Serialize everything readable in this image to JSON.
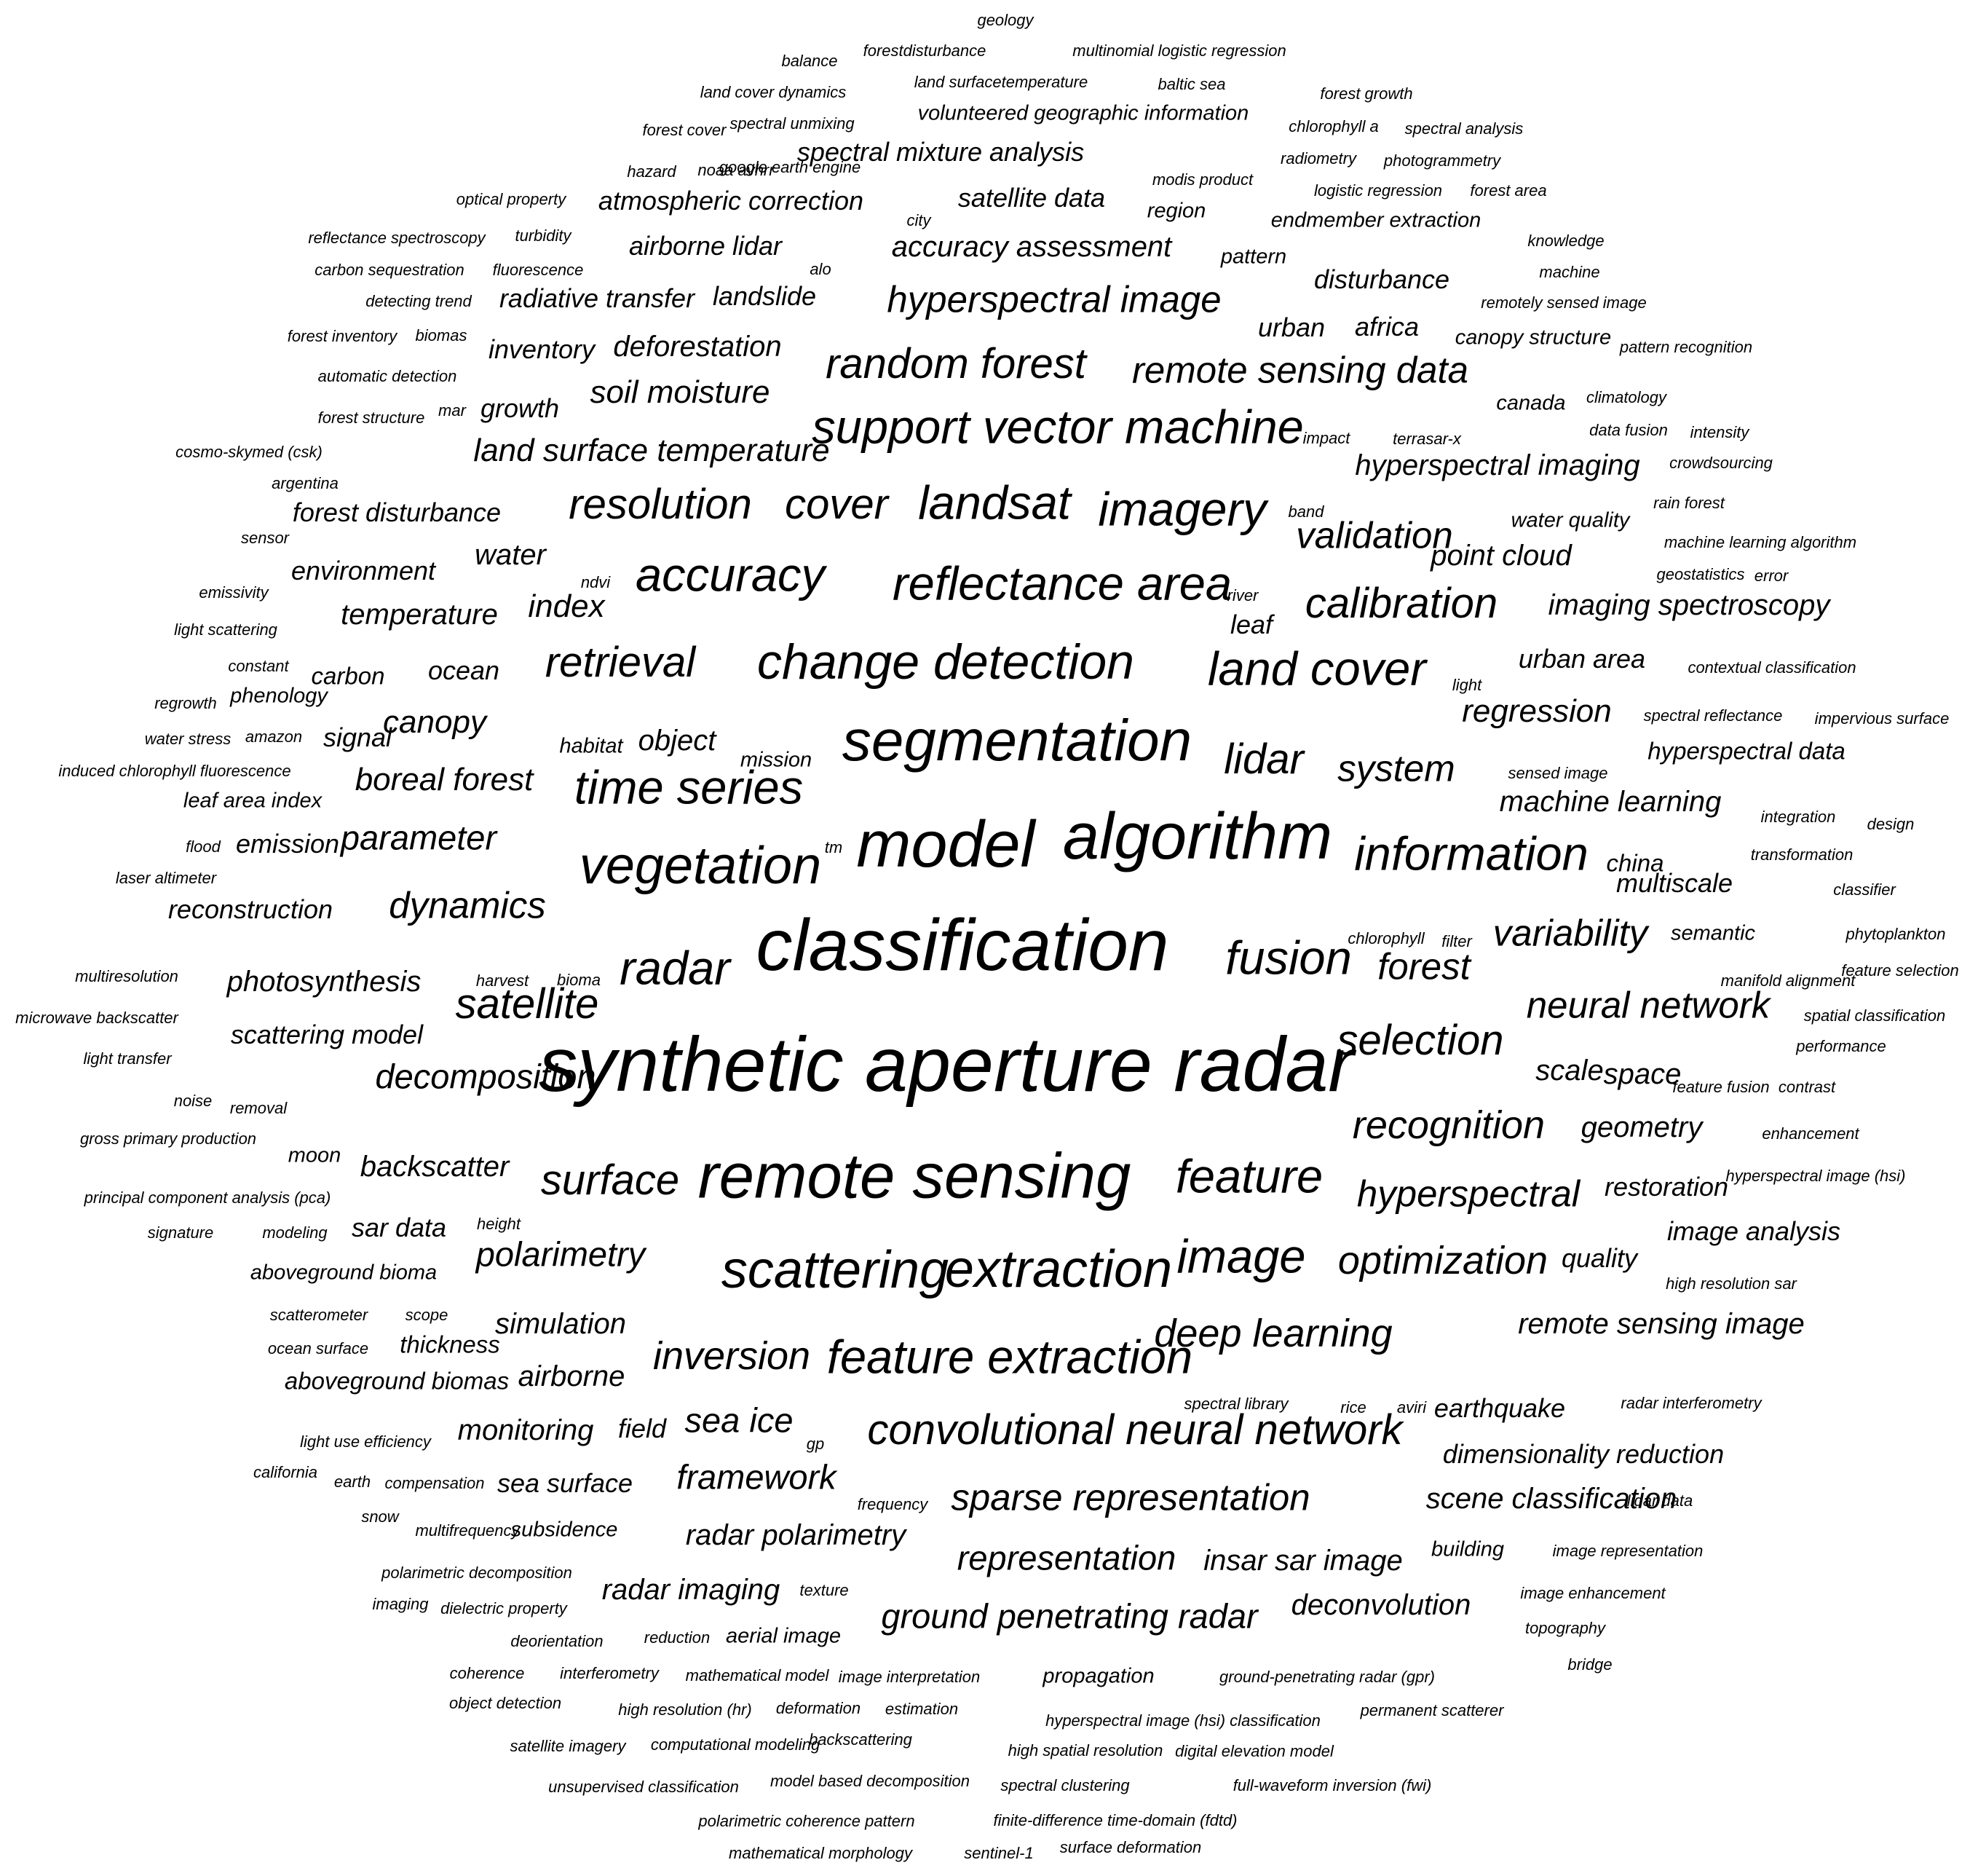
{
  "words": [
    "geology",
    "balance",
    "forestdisturbance",
    "multinomial logistic regression",
    "land cover dynamics",
    "land surfacetemperature",
    "baltic sea",
    "forest growth",
    "forest cover",
    "spectral unmixing",
    "volunteered geographic information",
    "chlorophyll a",
    "spectral analysis",
    "spectral mixture analysis",
    "google earth engine",
    "hazard",
    "noaa avhrr",
    "modis product",
    "radiometry",
    "photogrammetry",
    "optical property",
    "atmospheric correction",
    "satellite data",
    "logistic regression",
    "forest area",
    "city",
    "region",
    "endmember extraction",
    "reflectance spectroscopy",
    "turbidity",
    "airborne lidar",
    "accuracy assessment",
    "knowledge",
    "carbon sequestration",
    "fluorescence",
    "alo",
    "pattern",
    "disturbance",
    "machine",
    "detecting trend",
    "radiative transfer",
    "landslide",
    "hyperspectral image",
    "remotely sensed image",
    "forest inventory",
    "biomas",
    "urban",
    "africa",
    "canopy structure",
    "pattern recognition",
    "inventory",
    "deforestation",
    "random forest",
    "remote sensing data",
    "automatic detection",
    "soil moisture",
    "climatology",
    "canada",
    "forest structure",
    "mar",
    "growth",
    "support vector machine",
    "data fusion",
    "impact",
    "terrasar-x",
    "intensity",
    "cosmo-skymed (csk)",
    "land surface temperature",
    "hyperspectral imaging",
    "crowdsourcing",
    "argentina",
    "resolution",
    "cover",
    "landsat",
    "imagery",
    "rain forest",
    "forest disturbance",
    "band",
    "water quality",
    "sensor",
    "validation",
    "machine learning algorithm",
    "water",
    "point cloud",
    "environment",
    "geostatistics",
    "error",
    "accuracy",
    "emissivity",
    "ndvi",
    "reflectance area",
    "river",
    "index",
    "temperature",
    "imaging spectroscopy",
    "light scattering",
    "leaf",
    "calibration",
    "constant",
    "retrieval",
    "change detection",
    "land cover",
    "urban area",
    "contextual classification",
    "carbon",
    "ocean",
    "light",
    "regrowth",
    "phenology",
    "regression",
    "spectral reflectance",
    "impervious surface",
    "water stress",
    "amazon",
    "canopy",
    "signal",
    "habitat",
    "object",
    "segmentation",
    "lidar",
    "hyperspectral data",
    "mission",
    "system",
    "induced chlorophyll fluorescence",
    "boreal forest",
    "time series",
    "sensed image",
    "leaf area index",
    "machine learning",
    "integration",
    "design",
    "parameter",
    "model",
    "algorithm",
    "flood",
    "emission",
    "tm",
    "vegetation",
    "information",
    "transformation",
    "china",
    "laser altimeter",
    "multiscale",
    "classifier",
    "reconstruction",
    "dynamics",
    "chlorophyll",
    "filter",
    "variability",
    "semantic",
    "phytoplankton",
    "classification",
    "fusion",
    "multiresolution",
    "photosynthesis",
    "harvest",
    "bioma",
    "radar",
    "forest",
    "manifold alignment",
    "feature selection",
    "microwave backscatter",
    "satellite",
    "neural network",
    "spatial classification",
    "scattering model",
    "light transfer",
    "selection",
    "performance",
    "synthetic aperture radar",
    "decomposition",
    "scale",
    "space",
    "noise",
    "removal",
    "feature fusion",
    "contrast",
    "recognition",
    "geometry",
    "gross primary production",
    "enhancement",
    "moon",
    "backscatter",
    "remote sensing",
    "feature",
    "surface",
    "principal component analysis (pca)",
    "hyperspectral",
    "restoration",
    "hyperspectral image (hsi)",
    "height",
    "signature",
    "modeling",
    "sar data",
    "image analysis",
    "polarimetry",
    "scattering",
    "extraction",
    "image",
    "optimization",
    "quality",
    "aboveground bioma",
    "high resolution sar",
    "scatterometer",
    "scope",
    "simulation",
    "deep learning",
    "remote sensing image",
    "ocean surface",
    "thickness",
    "inversion",
    "feature extraction",
    "aboveground biomas",
    "airborne",
    "spectral library",
    "rice",
    "aviri",
    "earthquake",
    "radar interferometry",
    "sea ice",
    "light use efficiency",
    "monitoring",
    "field",
    "convolutional neural network",
    "gp",
    "dimensionality reduction",
    "california",
    "earth",
    "compensation",
    "sea surface",
    "framework",
    "snow",
    "frequency",
    "sparse representation",
    "scene classification",
    "lidar data",
    "multifrequency",
    "subsidence",
    "radar polarimetry",
    "building",
    "image representation",
    "representation",
    "insar sar image",
    "polarimetric decomposition",
    "radar imaging",
    "texture",
    "image enhancement",
    "imaging",
    "dielectric property",
    "ground penetrating radar",
    "deconvolution",
    "deorientation",
    "reduction",
    "aerial image",
    "topography",
    "coherence",
    "bridge",
    "interferometry",
    "mathematical model",
    "image interpretation",
    "propagation",
    "ground-penetrating radar (gpr)",
    "object detection",
    "high resolution (hr)",
    "deformation",
    "estimation",
    "permanent scatterer",
    "hyperspectral image (hsi) classification",
    "satellite imagery",
    "computational modeling",
    "backscattering",
    "high spatial resolution",
    "digital elevation model",
    "unsupervised classification",
    "model based decomposition",
    "spectral clustering",
    "full-waveform inversion (fwi)",
    "polarimetric coherence pattern",
    "finite-difference time-domain (fdtd)",
    "mathematical morphology",
    "sentinel-1",
    "surface deformation"
  ],
  "colors": {
    "text": "#000000",
    "background": "#ffffff"
  }
}
